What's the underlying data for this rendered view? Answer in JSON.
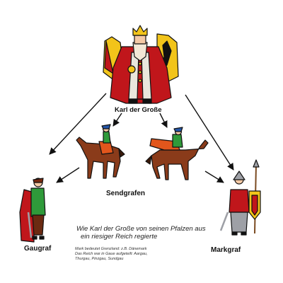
{
  "labels": {
    "emperor": "Karl der Große",
    "envoys": "Sendgrafen",
    "count": "Gaugraf",
    "margrave": "Markgraf"
  },
  "caption": {
    "line1": "Wie Karl der Große von seinen Pfalzen aus",
    "line2": "ein riesiger Reich regierte"
  },
  "note": {
    "line1": "Mark bedeutet Grenzland: z.B. Dänemark",
    "line2": "Das Reich war in Gaue aufgeteilt: Aargau,",
    "line3": "Thurgau, Pinzgau, Sundgau"
  },
  "colors": {
    "robe": "#c0161b",
    "gold": "#f2c41a",
    "green": "#2f9a3a",
    "horse": "#8a3b1a",
    "cloak_orange": "#e2561c",
    "armor": "#9ea0a6",
    "outline": "#111111"
  },
  "icons": [
    "crown-icon",
    "banner-icon",
    "horse-icon",
    "sword-icon",
    "spear-icon",
    "shield-icon"
  ]
}
